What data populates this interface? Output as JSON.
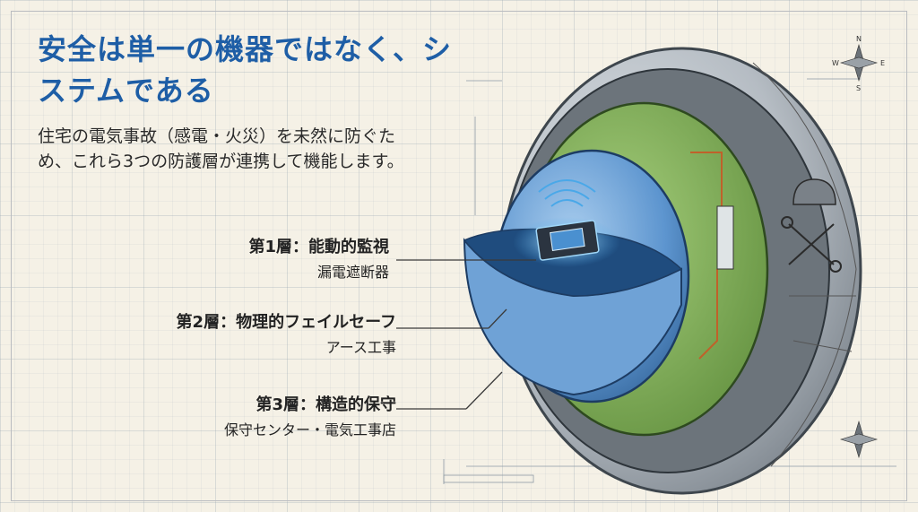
{
  "title": "安全は単一の機器ではなく、システムである",
  "description": "住宅の電気事故（感電・火災）を未然に防ぐため、これら3つの防護層が連携して機能します。",
  "layers": [
    {
      "name": "第1層：能動的監視",
      "detail": "漏電遮断器"
    },
    {
      "name": "第2層：物理的フェイルセーフ",
      "detail": "アース工事"
    },
    {
      "name": "第3層：構造的保守",
      "detail": "保守センター・電気工事店"
    }
  ],
  "compass": {
    "n": "N",
    "e": "E",
    "s": "S",
    "w": "W"
  },
  "colors": {
    "title": "#1e5ea6",
    "inner_core": "#5d95cf",
    "middle_layer": "#79ab52",
    "outer_shell": "#b5bcc3"
  }
}
